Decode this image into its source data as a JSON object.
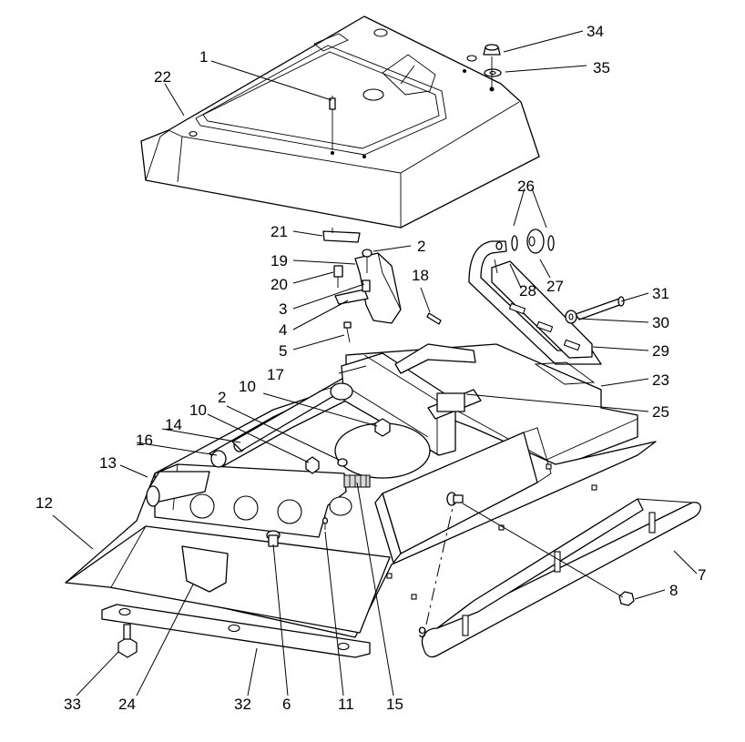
{
  "callouts": [
    {
      "id": "1",
      "text": "1"
    },
    {
      "id": "2a",
      "text": "2"
    },
    {
      "id": "2b",
      "text": "2"
    },
    {
      "id": "3",
      "text": "3"
    },
    {
      "id": "4",
      "text": "4"
    },
    {
      "id": "5",
      "text": "5"
    },
    {
      "id": "6",
      "text": "6"
    },
    {
      "id": "7",
      "text": "7"
    },
    {
      "id": "8",
      "text": "8"
    },
    {
      "id": "9",
      "text": "9"
    },
    {
      "id": "10a",
      "text": "10"
    },
    {
      "id": "10b",
      "text": "10"
    },
    {
      "id": "11",
      "text": "11"
    },
    {
      "id": "12",
      "text": "12"
    },
    {
      "id": "13",
      "text": "13"
    },
    {
      "id": "14",
      "text": "14"
    },
    {
      "id": "15",
      "text": "15"
    },
    {
      "id": "16",
      "text": "16"
    },
    {
      "id": "17",
      "text": "17"
    },
    {
      "id": "18",
      "text": "18"
    },
    {
      "id": "19",
      "text": "19"
    },
    {
      "id": "20",
      "text": "20"
    },
    {
      "id": "21",
      "text": "21"
    },
    {
      "id": "22",
      "text": "22"
    },
    {
      "id": "23",
      "text": "23"
    },
    {
      "id": "24",
      "text": "24"
    },
    {
      "id": "25",
      "text": "25"
    },
    {
      "id": "26",
      "text": "26"
    },
    {
      "id": "27",
      "text": "27"
    },
    {
      "id": "28",
      "text": "28"
    },
    {
      "id": "29",
      "text": "29"
    },
    {
      "id": "30",
      "text": "30"
    },
    {
      "id": "31",
      "text": "31"
    },
    {
      "id": "32",
      "text": "32"
    },
    {
      "id": "33",
      "text": "33"
    },
    {
      "id": "34",
      "text": "34"
    },
    {
      "id": "35",
      "text": "35"
    }
  ]
}
